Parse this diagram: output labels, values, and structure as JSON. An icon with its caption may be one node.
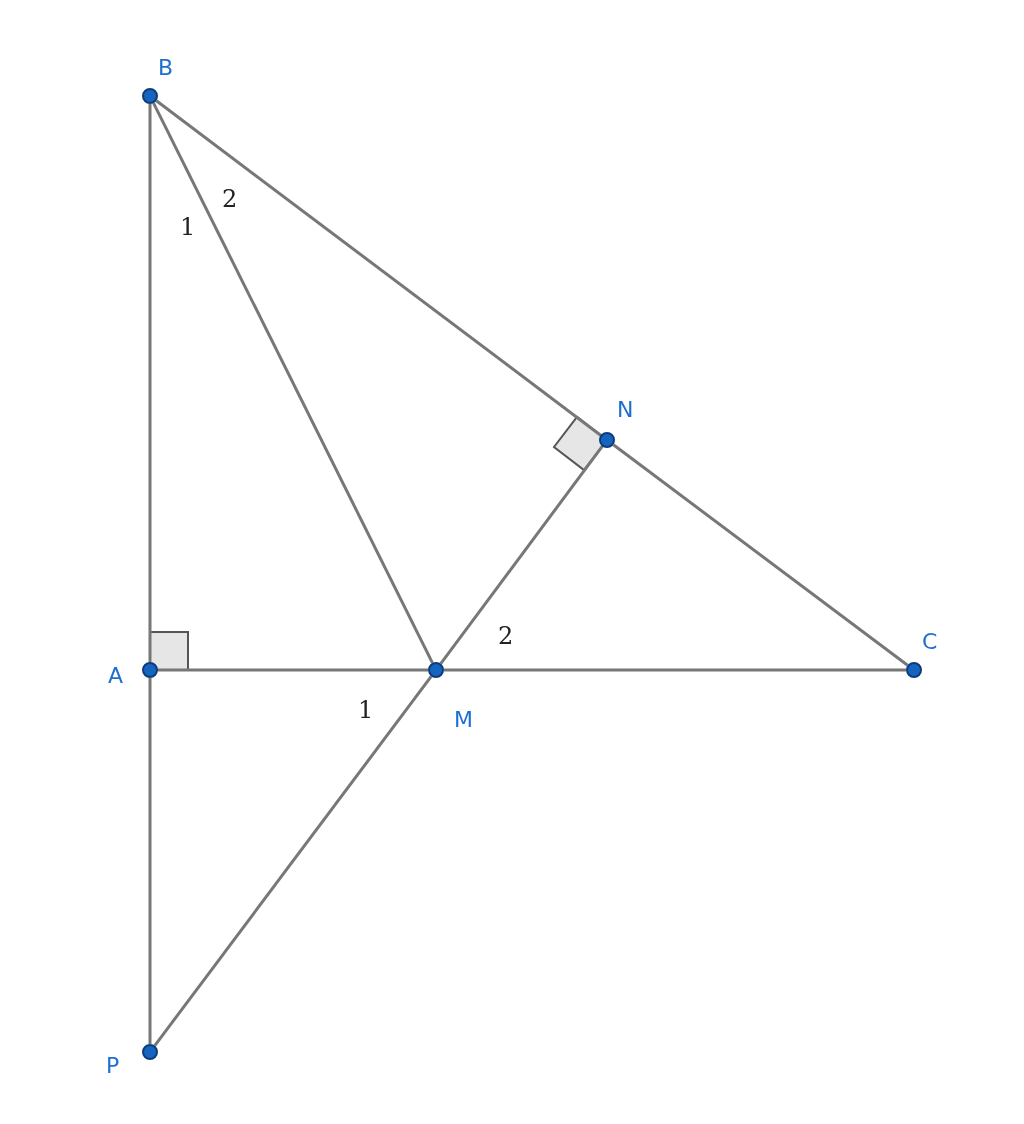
{
  "diagram": {
    "nodes": [
      {
        "text": [
          "B"
        ]
      },
      {
        "text": [
          "N"
        ]
      },
      {
        "text": [
          "A"
        ]
      },
      {
        "text": [
          "M"
        ]
      },
      {
        "text": [
          "C"
        ]
      },
      {
        "text": [
          "P"
        ]
      }
    ],
    "edges": [
      {
        "from": 0,
        "to": 2,
        "arrow": "none"
      },
      {
        "from": 2,
        "to": 5,
        "arrow": "none"
      },
      {
        "from": 0,
        "to": 1,
        "arrow": "none"
      },
      {
        "from": 1,
        "to": 4,
        "arrow": "none"
      },
      {
        "from": 2,
        "to": 3,
        "arrow": "none"
      },
      {
        "from": 3,
        "to": 4,
        "arrow": "none"
      },
      {
        "from": 0,
        "to": 3,
        "arrow": "none"
      },
      {
        "from": 3,
        "to": 1,
        "arrow": "none"
      },
      {
        "from": 3,
        "to": 5,
        "arrow": "none"
      }
    ],
    "labels": [
      "2",
      "1",
      "2",
      "1"
    ]
  }
}
